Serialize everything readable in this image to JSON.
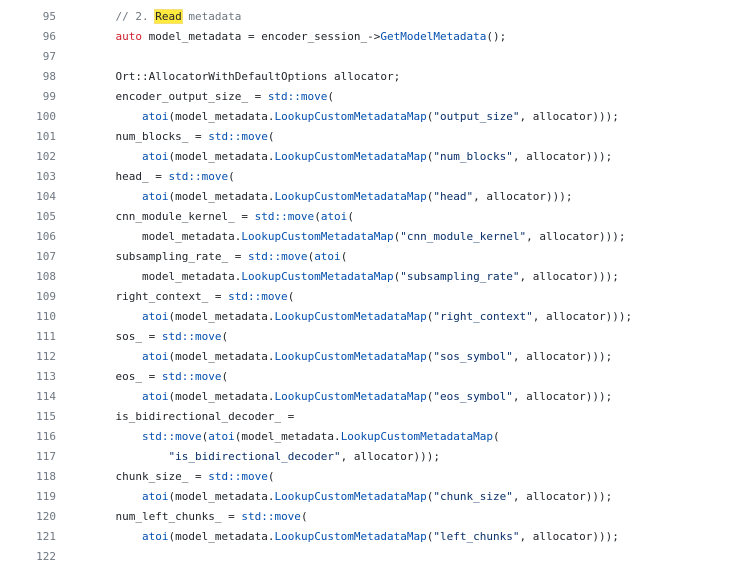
{
  "code_view": {
    "lines": [
      {
        "number": "95",
        "tokens": [
          {
            "t": "    ",
            "c": "p"
          },
          {
            "t": "// 2. ",
            "c": "c"
          },
          {
            "t": "Read",
            "c": "h"
          },
          {
            "t": " metadata",
            "c": "c"
          }
        ]
      },
      {
        "number": "96",
        "tokens": [
          {
            "t": "    ",
            "c": "p"
          },
          {
            "t": "auto",
            "c": "k"
          },
          {
            "t": " model_metadata = encoder_session_->",
            "c": "p"
          },
          {
            "t": "GetModelMetadata",
            "c": "f"
          },
          {
            "t": "();",
            "c": "p"
          }
        ]
      },
      {
        "number": "97",
        "tokens": []
      },
      {
        "number": "98",
        "tokens": [
          {
            "t": "    Ort::AllocatorWithDefaultOptions allocator;",
            "c": "p"
          }
        ]
      },
      {
        "number": "99",
        "tokens": [
          {
            "t": "    encoder_output_size_ = ",
            "c": "p"
          },
          {
            "t": "std::move",
            "c": "f"
          },
          {
            "t": "(",
            "c": "p"
          }
        ]
      },
      {
        "number": "100",
        "tokens": [
          {
            "t": "        ",
            "c": "p"
          },
          {
            "t": "atoi",
            "c": "f"
          },
          {
            "t": "(model_metadata.",
            "c": "p"
          },
          {
            "t": "LookupCustomMetadataMap",
            "c": "f"
          },
          {
            "t": "(",
            "c": "p"
          },
          {
            "t": "\"output_size\"",
            "c": "s"
          },
          {
            "t": ", allocator)));",
            "c": "p"
          }
        ]
      },
      {
        "number": "101",
        "tokens": [
          {
            "t": "    num_blocks_ = ",
            "c": "p"
          },
          {
            "t": "std::move",
            "c": "f"
          },
          {
            "t": "(",
            "c": "p"
          }
        ]
      },
      {
        "number": "102",
        "tokens": [
          {
            "t": "        ",
            "c": "p"
          },
          {
            "t": "atoi",
            "c": "f"
          },
          {
            "t": "(model_metadata.",
            "c": "p"
          },
          {
            "t": "LookupCustomMetadataMap",
            "c": "f"
          },
          {
            "t": "(",
            "c": "p"
          },
          {
            "t": "\"num_blocks\"",
            "c": "s"
          },
          {
            "t": ", allocator)));",
            "c": "p"
          }
        ]
      },
      {
        "number": "103",
        "tokens": [
          {
            "t": "    head_ = ",
            "c": "p"
          },
          {
            "t": "std::move",
            "c": "f"
          },
          {
            "t": "(",
            "c": "p"
          }
        ]
      },
      {
        "number": "104",
        "tokens": [
          {
            "t": "        ",
            "c": "p"
          },
          {
            "t": "atoi",
            "c": "f"
          },
          {
            "t": "(model_metadata.",
            "c": "p"
          },
          {
            "t": "LookupCustomMetadataMap",
            "c": "f"
          },
          {
            "t": "(",
            "c": "p"
          },
          {
            "t": "\"head\"",
            "c": "s"
          },
          {
            "t": ", allocator)));",
            "c": "p"
          }
        ]
      },
      {
        "number": "105",
        "tokens": [
          {
            "t": "    cnn_module_kernel_ = ",
            "c": "p"
          },
          {
            "t": "std::move",
            "c": "f"
          },
          {
            "t": "(",
            "c": "p"
          },
          {
            "t": "atoi",
            "c": "f"
          },
          {
            "t": "(",
            "c": "p"
          }
        ]
      },
      {
        "number": "106",
        "tokens": [
          {
            "t": "        model_metadata.",
            "c": "p"
          },
          {
            "t": "LookupCustomMetadataMap",
            "c": "f"
          },
          {
            "t": "(",
            "c": "p"
          },
          {
            "t": "\"cnn_module_kernel\"",
            "c": "s"
          },
          {
            "t": ", allocator)));",
            "c": "p"
          }
        ]
      },
      {
        "number": "107",
        "tokens": [
          {
            "t": "    subsampling_rate_ = ",
            "c": "p"
          },
          {
            "t": "std::move",
            "c": "f"
          },
          {
            "t": "(",
            "c": "p"
          },
          {
            "t": "atoi",
            "c": "f"
          },
          {
            "t": "(",
            "c": "p"
          }
        ]
      },
      {
        "number": "108",
        "tokens": [
          {
            "t": "        model_metadata.",
            "c": "p"
          },
          {
            "t": "LookupCustomMetadataMap",
            "c": "f"
          },
          {
            "t": "(",
            "c": "p"
          },
          {
            "t": "\"subsampling_rate\"",
            "c": "s"
          },
          {
            "t": ", allocator)));",
            "c": "p"
          }
        ]
      },
      {
        "number": "109",
        "tokens": [
          {
            "t": "    right_context_ = ",
            "c": "p"
          },
          {
            "t": "std::move",
            "c": "f"
          },
          {
            "t": "(",
            "c": "p"
          }
        ]
      },
      {
        "number": "110",
        "tokens": [
          {
            "t": "        ",
            "c": "p"
          },
          {
            "t": "atoi",
            "c": "f"
          },
          {
            "t": "(model_metadata.",
            "c": "p"
          },
          {
            "t": "LookupCustomMetadataMap",
            "c": "f"
          },
          {
            "t": "(",
            "c": "p"
          },
          {
            "t": "\"right_context\"",
            "c": "s"
          },
          {
            "t": ", allocator)));",
            "c": "p"
          }
        ]
      },
      {
        "number": "111",
        "tokens": [
          {
            "t": "    sos_ = ",
            "c": "p"
          },
          {
            "t": "std::move",
            "c": "f"
          },
          {
            "t": "(",
            "c": "p"
          }
        ]
      },
      {
        "number": "112",
        "tokens": [
          {
            "t": "        ",
            "c": "p"
          },
          {
            "t": "atoi",
            "c": "f"
          },
          {
            "t": "(model_metadata.",
            "c": "p"
          },
          {
            "t": "LookupCustomMetadataMap",
            "c": "f"
          },
          {
            "t": "(",
            "c": "p"
          },
          {
            "t": "\"sos_symbol\"",
            "c": "s"
          },
          {
            "t": ", allocator)));",
            "c": "p"
          }
        ]
      },
      {
        "number": "113",
        "tokens": [
          {
            "t": "    eos_ = ",
            "c": "p"
          },
          {
            "t": "std::move",
            "c": "f"
          },
          {
            "t": "(",
            "c": "p"
          }
        ]
      },
      {
        "number": "114",
        "tokens": [
          {
            "t": "        ",
            "c": "p"
          },
          {
            "t": "atoi",
            "c": "f"
          },
          {
            "t": "(model_metadata.",
            "c": "p"
          },
          {
            "t": "LookupCustomMetadataMap",
            "c": "f"
          },
          {
            "t": "(",
            "c": "p"
          },
          {
            "t": "\"eos_symbol\"",
            "c": "s"
          },
          {
            "t": ", allocator)));",
            "c": "p"
          }
        ]
      },
      {
        "number": "115",
        "tokens": [
          {
            "t": "    is_bidirectional_decoder_ =",
            "c": "p"
          }
        ]
      },
      {
        "number": "116",
        "tokens": [
          {
            "t": "        ",
            "c": "p"
          },
          {
            "t": "std::move",
            "c": "f"
          },
          {
            "t": "(",
            "c": "p"
          },
          {
            "t": "atoi",
            "c": "f"
          },
          {
            "t": "(model_metadata.",
            "c": "p"
          },
          {
            "t": "LookupCustomMetadataMap",
            "c": "f"
          },
          {
            "t": "(",
            "c": "p"
          }
        ]
      },
      {
        "number": "117",
        "tokens": [
          {
            "t": "            ",
            "c": "p"
          },
          {
            "t": "\"is_bidirectional_decoder\"",
            "c": "s"
          },
          {
            "t": ", allocator)));",
            "c": "p"
          }
        ]
      },
      {
        "number": "118",
        "tokens": [
          {
            "t": "    chunk_size_ = ",
            "c": "p"
          },
          {
            "t": "std::move",
            "c": "f"
          },
          {
            "t": "(",
            "c": "p"
          }
        ]
      },
      {
        "number": "119",
        "tokens": [
          {
            "t": "        ",
            "c": "p"
          },
          {
            "t": "atoi",
            "c": "f"
          },
          {
            "t": "(model_metadata.",
            "c": "p"
          },
          {
            "t": "LookupCustomMetadataMap",
            "c": "f"
          },
          {
            "t": "(",
            "c": "p"
          },
          {
            "t": "\"chunk_size\"",
            "c": "s"
          },
          {
            "t": ", allocator)));",
            "c": "p"
          }
        ]
      },
      {
        "number": "120",
        "tokens": [
          {
            "t": "    num_left_chunks_ = ",
            "c": "p"
          },
          {
            "t": "std::move",
            "c": "f"
          },
          {
            "t": "(",
            "c": "p"
          }
        ]
      },
      {
        "number": "121",
        "tokens": [
          {
            "t": "        ",
            "c": "p"
          },
          {
            "t": "atoi",
            "c": "f"
          },
          {
            "t": "(model_metadata.",
            "c": "p"
          },
          {
            "t": "LookupCustomMetadataMap",
            "c": "f"
          },
          {
            "t": "(",
            "c": "p"
          },
          {
            "t": "\"left_chunks\"",
            "c": "s"
          },
          {
            "t": ", allocator)));",
            "c": "p"
          }
        ]
      },
      {
        "number": "122",
        "tokens": []
      }
    ]
  }
}
